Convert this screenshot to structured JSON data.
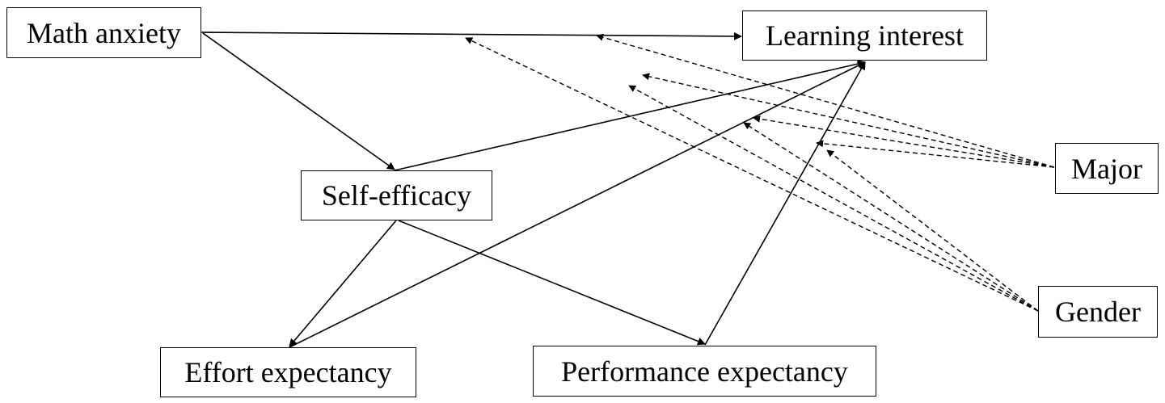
{
  "nodes": {
    "math_anxiety": "Math anxiety",
    "learning_interest": "Learning interest",
    "self_efficacy": "Self-efficacy",
    "major": "Major",
    "gender": "Gender",
    "effort_expectancy": "Effort expectancy",
    "performance_expectancy": "Performance expectancy"
  },
  "edges": [
    {
      "from": "math_anxiety",
      "to": "learning_interest",
      "style": "solid"
    },
    {
      "from": "math_anxiety",
      "to": "self_efficacy",
      "style": "solid"
    },
    {
      "from": "self_efficacy",
      "to": "learning_interest",
      "style": "solid"
    },
    {
      "from": "self_efficacy",
      "to": "effort_expectancy",
      "style": "solid"
    },
    {
      "from": "self_efficacy",
      "to": "performance_expectancy",
      "style": "solid"
    },
    {
      "from": "effort_expectancy",
      "to": "learning_interest",
      "style": "solid"
    },
    {
      "from": "performance_expectancy",
      "to": "learning_interest",
      "style": "solid"
    }
  ],
  "moderations": [
    {
      "moderator": "major",
      "target_path": "math_anxiety -> learning_interest",
      "style": "dashed"
    },
    {
      "moderator": "major",
      "target_path": "self_efficacy -> learning_interest",
      "style": "dashed"
    },
    {
      "moderator": "major",
      "target_path": "effort_expectancy -> learning_interest",
      "style": "dashed"
    },
    {
      "moderator": "major",
      "target_path": "performance_expectancy -> learning_interest",
      "style": "dashed"
    },
    {
      "moderator": "gender",
      "target_path": "math_anxiety -> learning_interest",
      "style": "dashed"
    },
    {
      "moderator": "gender",
      "target_path": "self_efficacy -> learning_interest",
      "style": "dashed"
    },
    {
      "moderator": "gender",
      "target_path": "effort_expectancy -> learning_interest",
      "style": "dashed"
    },
    {
      "moderator": "gender",
      "target_path": "performance_expectancy -> learning_interest",
      "style": "dashed"
    }
  ],
  "colors": {
    "line": "#000000",
    "background": "#ffffff"
  }
}
